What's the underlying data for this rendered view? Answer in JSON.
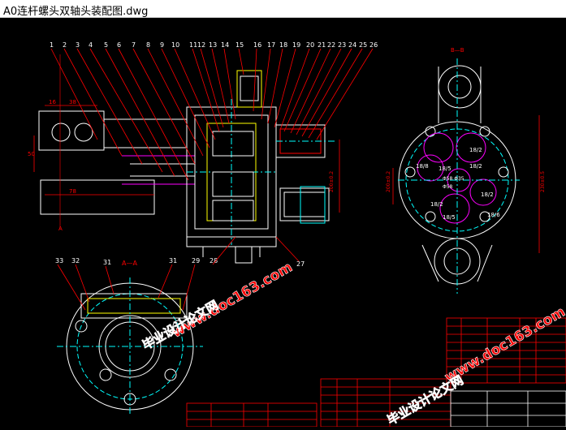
{
  "window": {
    "title": "A0连杆螺头双轴头装配图.dwg"
  },
  "colors": {
    "line": "#ffffff",
    "dim": "#ff0000",
    "center": "#00ffff",
    "hatch": "#ff00ff",
    "yellow": "#ffff00",
    "green": "#00ff00",
    "watermark": "#ff0000"
  },
  "drawing": {
    "part_numbers_top": [
      "1",
      "2",
      "3",
      "4",
      "5",
      "6",
      "7",
      "8",
      "9",
      "10",
      "11",
      "12",
      "13",
      "14",
      "15",
      "16",
      "17",
      "18",
      "19",
      "20",
      "21",
      "22",
      "23",
      "24",
      "25",
      "26"
    ],
    "part_numbers_bottom": [
      "33",
      "32",
      "31",
      "A—A",
      "31",
      "29",
      "28",
      "27"
    ],
    "view_labels": {
      "section_top_right": "B—B",
      "left_a": "A",
      "left_a2": "A"
    },
    "dimensions": {
      "left_w1": "16",
      "left_w2": "38",
      "left_h": "50",
      "left_len": "78",
      "vertical_right": "200±0.2",
      "vertical_far_right": "230±0.5",
      "vertical_circle": "200±0.2"
    },
    "circle_labels": [
      "18/2",
      "18/2",
      "18/5",
      "18/8",
      "18/2",
      "18/5",
      "18/6",
      "18/2",
      "Φ58",
      "Φ58 Φ35"
    ],
    "watermark_text": "www.doc163.com",
    "watermark_cn": "毕业设计论文网"
  }
}
